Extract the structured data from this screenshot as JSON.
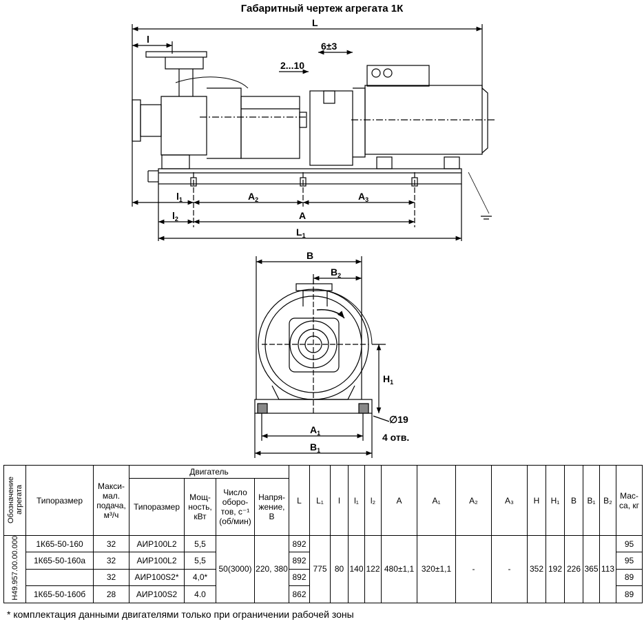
{
  "title": "Габаритный чертеж агрегата 1К",
  "side_view": {
    "dims": {
      "L": "L",
      "l": "l",
      "gap1": "6±3",
      "gap2": "2...10",
      "l1": "l",
      "l1_sub": "1",
      "A2": "A",
      "A2_sub": "2",
      "A3": "A",
      "A3_sub": "3",
      "l2": "l",
      "l2_sub": "2",
      "A": "A",
      "L1": "L",
      "L1_sub": "1"
    }
  },
  "front_view": {
    "dims": {
      "B": "B",
      "B2": "B",
      "B2_sub": "2",
      "H1": "H",
      "H1_sub": "1",
      "diam": "∅19",
      "holes": "4 отв.",
      "A1": "A",
      "A1_sub": "1",
      "B1": "B",
      "B1_sub": "1"
    }
  },
  "table": {
    "headers": {
      "designation": "Обозначение агрегата",
      "model": "Типоразмер",
      "flow": "Макси-мал. подача, м³/ч",
      "engine_group": "Двигатель",
      "engine_model": "Типоразмер",
      "power": "Мощ-ность, кВт",
      "speed": "Число оборо-тов, с⁻¹ (об/мин)",
      "voltage": "Напря-жение, В",
      "L": "L",
      "L1": "L₁",
      "l": "l",
      "l1": "l₁",
      "l2": "l₂",
      "A": "A",
      "A1": "A₁",
      "A2": "A₂",
      "A3": "A₃",
      "H": "H",
      "H1": "H₁",
      "B": "B",
      "B1": "B₁",
      "B2": "B₂",
      "mass": "Мас-са, кг"
    },
    "designation_value": "Н49.957.00.00.000",
    "rows": [
      {
        "model": "1К65-50-160",
        "flow": "32",
        "engine": "АИР100L2",
        "power": "5,5",
        "L": "892",
        "mass": "95"
      },
      {
        "model": "1К65-50-160а",
        "flow": "32",
        "engine": "АИР100L2",
        "power": "5,5",
        "L": "892",
        "mass": "95"
      },
      {
        "model": "",
        "flow": "32",
        "engine": "АИР100S2*",
        "power": "4,0*",
        "L": "892",
        "mass": "89"
      },
      {
        "model": "1К65-50-160б",
        "flow": "28",
        "engine": "АИР100S2",
        "power": "4.0",
        "L": "862",
        "mass": "89"
      }
    ],
    "shared": {
      "speed": "50(3000)",
      "voltage": "220, 380",
      "L1": "775",
      "l": "80",
      "l1": "140",
      "l2": "122",
      "A": "480±1,1",
      "A1": "320±1,1",
      "A2": "-",
      "A3": "-",
      "H": "352",
      "H1": "192",
      "B": "226",
      "B1": "365",
      "B2": "113"
    }
  },
  "footnote": "* комплектация данными двигателями только при ограничении рабочей зоны"
}
